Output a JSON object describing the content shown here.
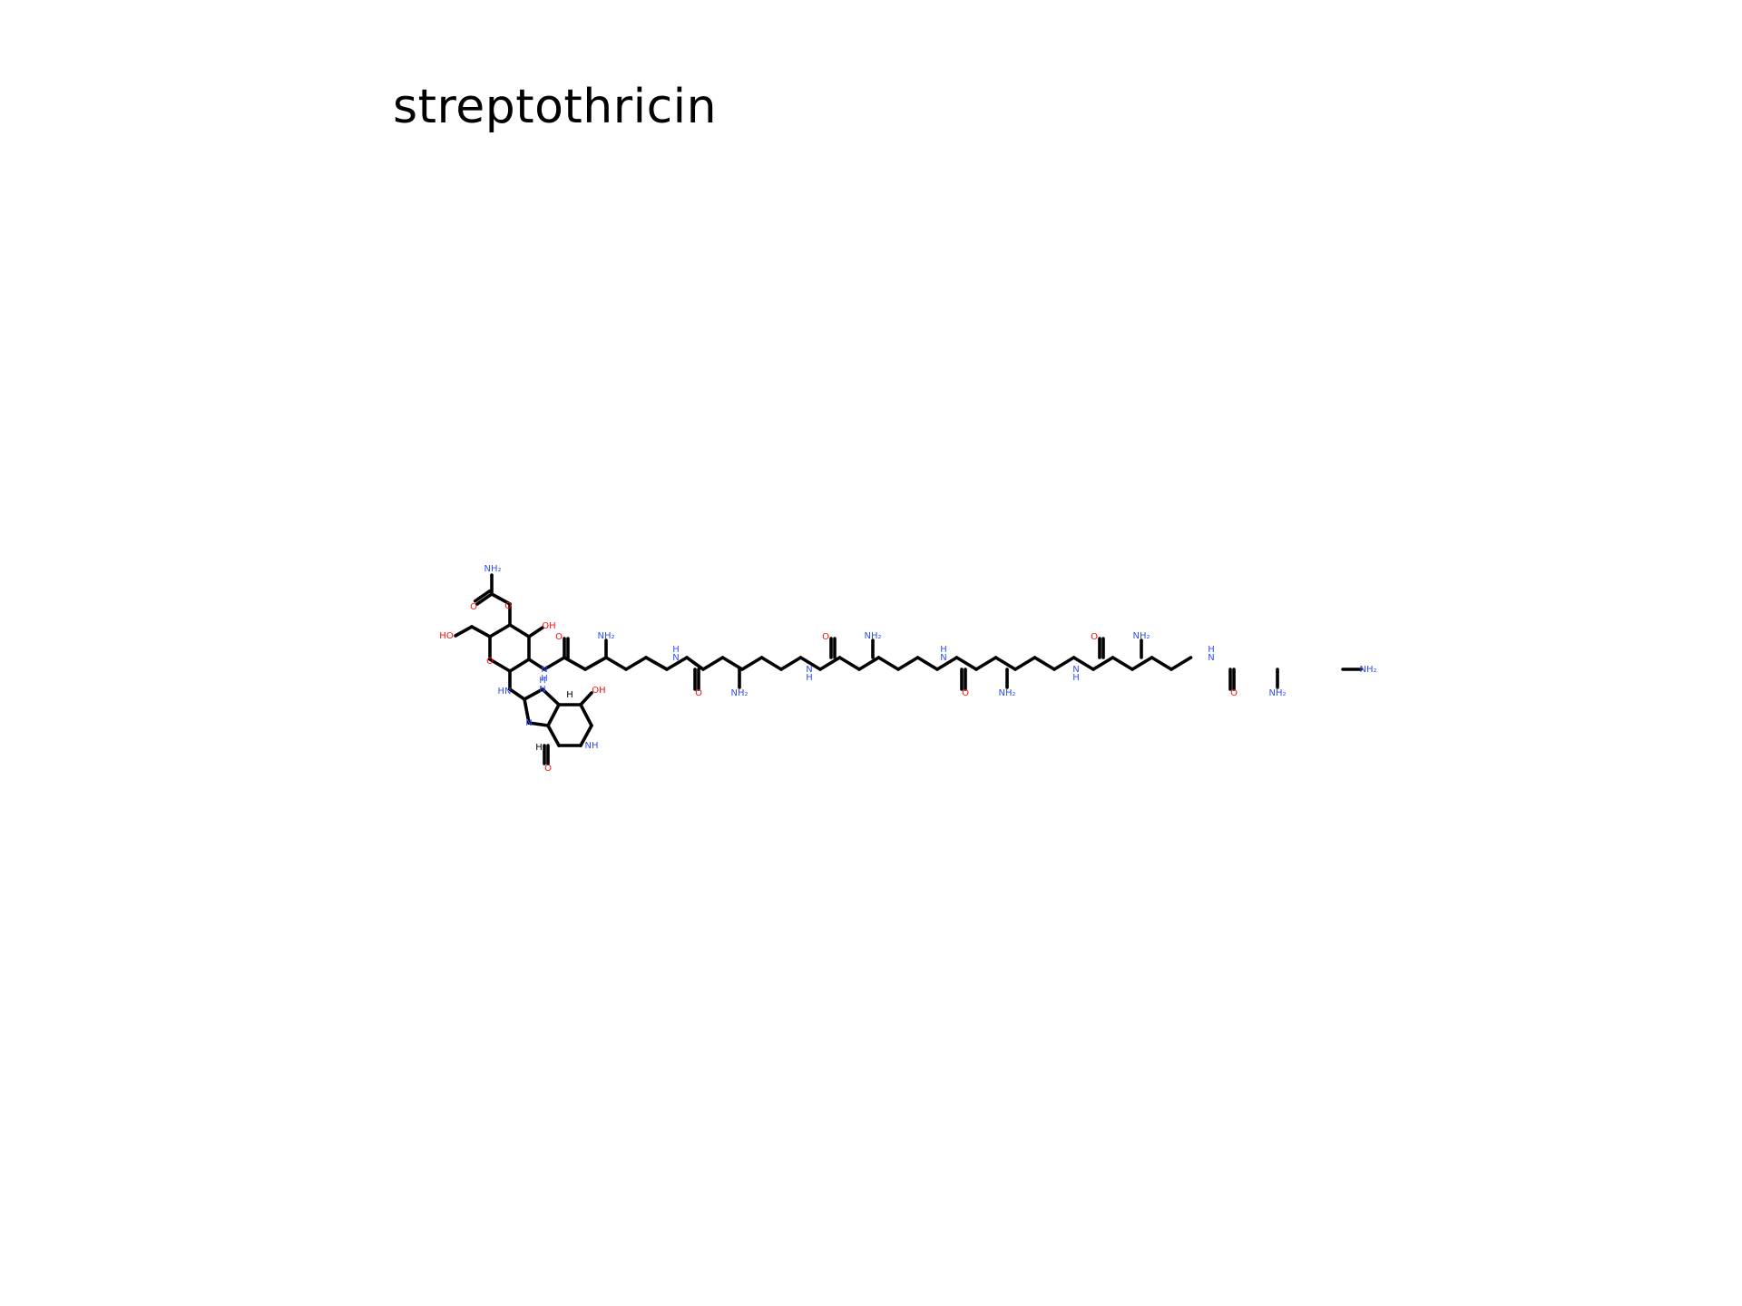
{
  "title": "streptothricin",
  "colors": {
    "background": "#ffffff",
    "bond": "#000000",
    "nitrogen": "#3050f8",
    "oxygen": "#ff0d0d"
  },
  "atom_labels": {
    "carbamate_nh2": "NH₂",
    "carbamate_o_carbonyl": "O",
    "carbamate_o_ester": "O",
    "ch2oh": "HO",
    "ring_oh": "OH",
    "ring_o": "O",
    "amide_nh": "N",
    "amide_nh_h": "H",
    "guan_nh": "HN",
    "guan_n_upper": "N",
    "guan_n_upper_h": "H",
    "guan_n_lower": "N",
    "bridge_h_top": "H",
    "bridge_h_bottom": "H",
    "lactam_o": "O",
    "lactam_nh": "NH",
    "lactam_oh": "OH",
    "chain_nh2_upper": "NH₂",
    "chain_nh2_lower": "NH₂",
    "chain_o": "O",
    "chain_nh": "N",
    "chain_nh_h": "H",
    "terminal_nh2": "NH₂"
  }
}
